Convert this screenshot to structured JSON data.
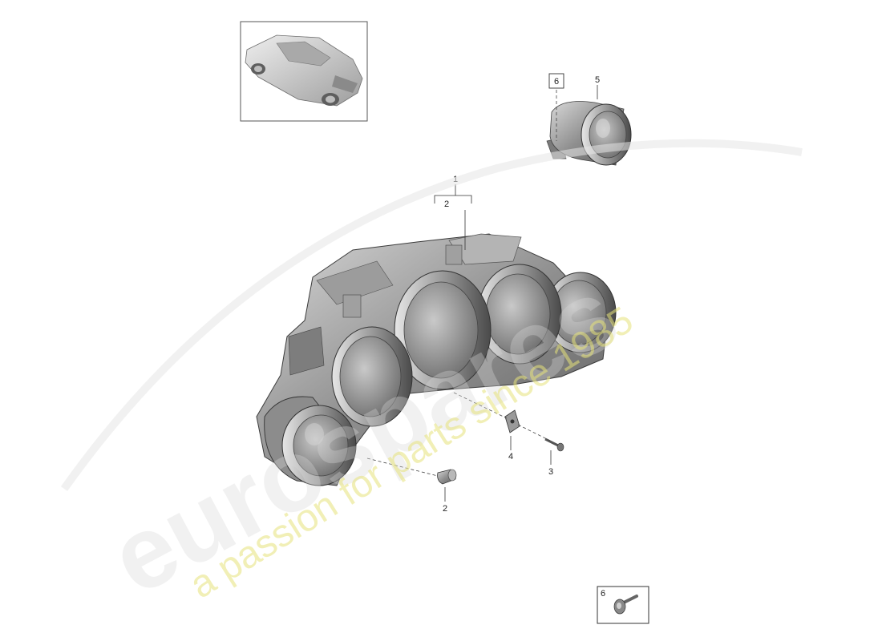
{
  "watermark": {
    "brand": "eurospares",
    "tagline": "a passion for parts since 1985"
  },
  "callouts": {
    "p1": "1",
    "p2_bracket": "2",
    "p2": "2",
    "p3": "3",
    "p4": "4",
    "p5": "5",
    "p6_box": "6",
    "p6_inset": "6"
  }
}
